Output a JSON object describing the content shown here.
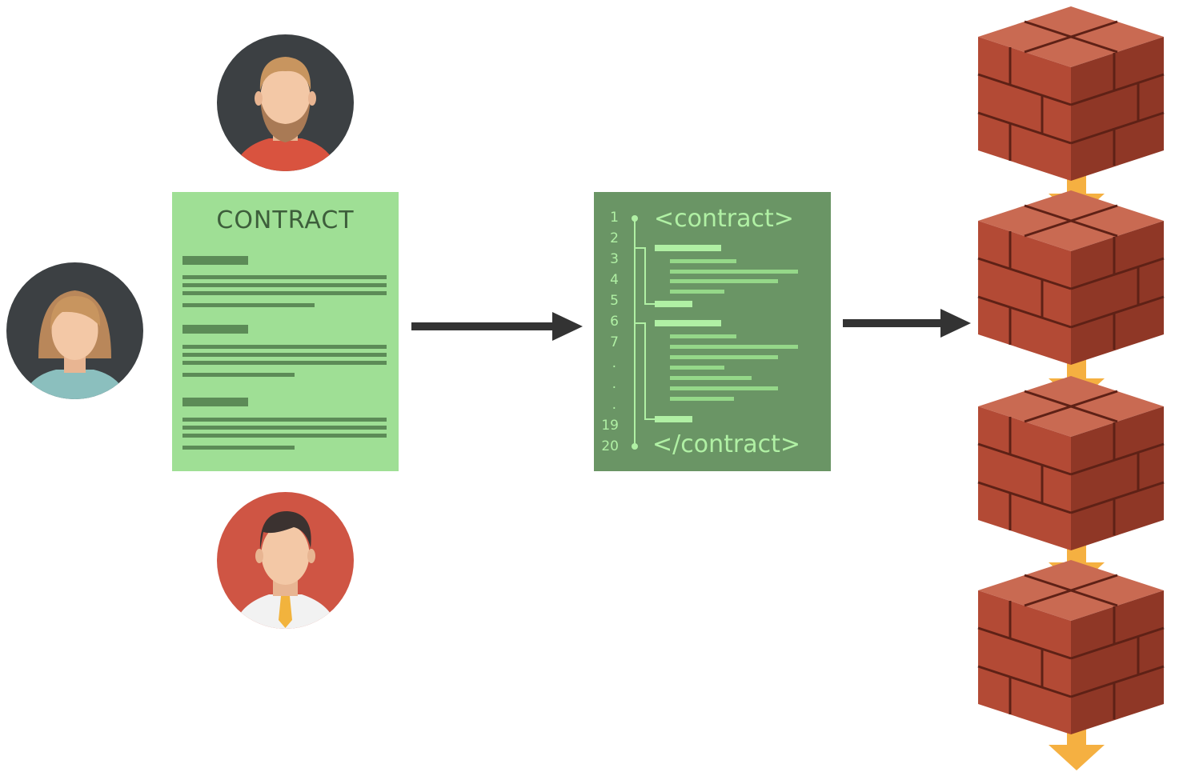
{
  "paper": {
    "title": "CONTRACT"
  },
  "code": {
    "open_tag": "<contract>",
    "close_tag": "</contract>",
    "line_numbers": [
      "1",
      "2",
      "3",
      "4",
      "5",
      "6",
      "7",
      ".",
      ".",
      ".",
      "19",
      "20"
    ]
  },
  "colors": {
    "paper_bg": "#9fdf95",
    "paper_lines": "#5c8b57",
    "code_bg": "#6a9565",
    "code_text": "#b0f0a4",
    "arrow": "#333333",
    "chain_arrow": "#f5b041",
    "brick": "#b34a35",
    "avatar_dark_bg": "#3c4043",
    "avatar_red_bg": "#cf5544"
  },
  "icons": {
    "participants": [
      "bearded-man-avatar",
      "woman-avatar",
      "businessman-avatar"
    ],
    "blocks": [
      "brick-block-icon",
      "brick-block-icon",
      "brick-block-icon",
      "brick-block-icon"
    ]
  }
}
